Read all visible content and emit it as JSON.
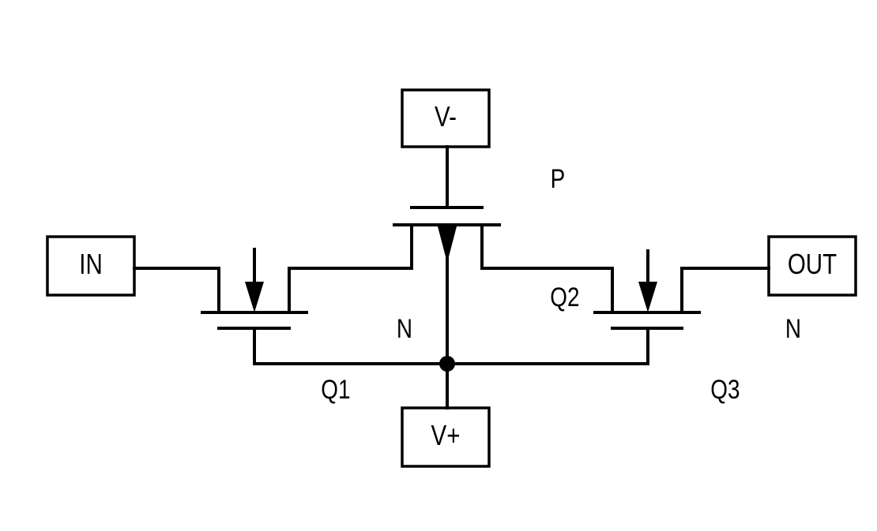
{
  "terminals": {
    "in": "IN",
    "out": "OUT",
    "v_minus": "V-",
    "v_plus": "V+"
  },
  "transistors": {
    "q1": {
      "name": "Q1",
      "type": "N"
    },
    "q2": {
      "name": "Q2",
      "type": "P"
    },
    "q3": {
      "name": "Q3",
      "type": "N"
    }
  }
}
